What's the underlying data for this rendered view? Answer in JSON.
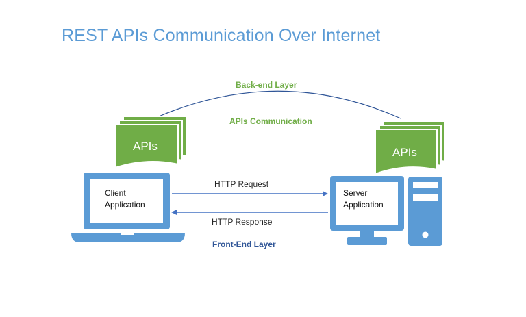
{
  "title": "REST APIs Communication Over Internet",
  "labels": {
    "backend_layer": "Back-end Layer",
    "apis_communication": "APIs Communication",
    "http_request": "HTTP Request",
    "http_response": "HTTP Response",
    "frontend_layer": "Front-End Layer"
  },
  "client": {
    "docs_label": "APIs",
    "line1": "Client",
    "line2": "Application",
    "icon": "laptop-icon"
  },
  "server": {
    "docs_label": "APIs",
    "line1": "Server",
    "line2": "Application",
    "icons": [
      "monitor-icon",
      "tower-icon"
    ]
  },
  "colors": {
    "title": "#5b9bd5",
    "device_blue": "#5b9bd5",
    "doc_green": "#70ad47",
    "arrow_blue": "#4472c4",
    "green_text": "#70ad47",
    "frontend_text": "#2f5597"
  }
}
